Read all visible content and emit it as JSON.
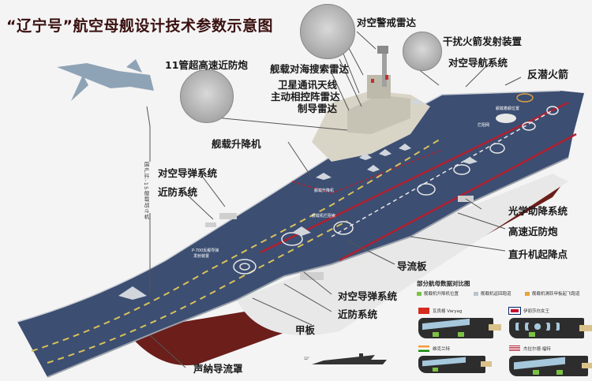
{
  "title": "“辽宁号”航空母舰设计技术参数示意图",
  "labels": {
    "air_warning_radar": "对空警戒雷达",
    "ciws_11": "11管超高速近防炮",
    "sea_search_radar": "舰载对海搜索雷达",
    "satcom_antenna": "卫星通讯天线",
    "aesa_radar": "主动相控阵雷达",
    "guidance_radar": "制导雷达",
    "decoy_launcher": "干扰火箭发射装置",
    "air_navigation": "对空导航系统",
    "asw_rocket": "反潜火箭",
    "elevator": "舰载升降机",
    "sam_left": "对空导弹系统",
    "ciws_left": "近防系统",
    "optical_landing": "光学助降系统",
    "ciws_right": "高速近防炮",
    "heli_spot": "直升机起降点",
    "deflector": "导流板",
    "sam_bottom": "对空导弹系统",
    "ciws_bottom": "近防系统",
    "deck": "甲板",
    "sonar_dome": "声納导流罩",
    "fighter_caption": "国产歼-15舰载战斗机"
  },
  "deck_annotations": {
    "elevator_small": "舰载升降机",
    "arrester": "舰载机拦阻索",
    "p700": "P-700反舰导弹",
    "p700_sub": "发射装置",
    "landing_mirror": "舰载着舰位置",
    "barrier": "拦阻网"
  },
  "scale": {
    "angle": "12°"
  },
  "comparison_panel": {
    "title": "部分航母数据对比图",
    "legend": [
      {
        "label": "舰载机升降机位置",
        "color": "#7cc242"
      },
      {
        "label": "舰载机返回跑道",
        "color": "#b8c4c8"
      },
      {
        "label": "舰载机滑跃甲板起飞跑道",
        "color": "#e8a33a"
      }
    ],
    "ships": [
      {
        "name": "瓦良格 Varyag",
        "flag": "china"
      },
      {
        "name": "伊丽莎白女王",
        "flag": "uk"
      },
      {
        "name": "维克兰特",
        "flag": "india"
      },
      {
        "name": "杰拉尔德·福特",
        "flag": "usa"
      }
    ]
  },
  "colors": {
    "deck": "#3c4e72",
    "title": "#3a1010",
    "red_line": "#b02030",
    "yellow_dash": "#d9c15a",
    "hull_red": "#6b1e1a"
  }
}
